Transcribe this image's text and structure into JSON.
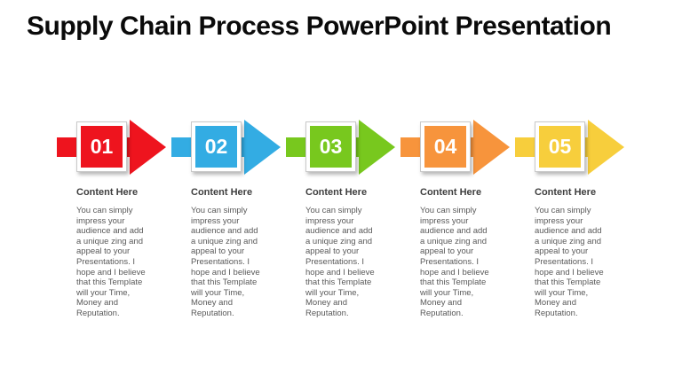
{
  "slide": {
    "title": "Supply Chain Process PowerPoint Presentation"
  },
  "steps": [
    {
      "number": "01",
      "color": "#EE141E",
      "heading": "Content Here",
      "body": "You can simply\nimpress your\naudience and add\na unique zing and\nappeal to your\nPresentations. I\nhope and I believe\nthat this Template\nwill your Time,\nMoney and\nReputation."
    },
    {
      "number": "02",
      "color": "#33ACE3",
      "heading": "Content Here",
      "body": "You can simply\nimpress your\naudience and add\na unique zing and\nappeal to your\nPresentations. I\nhope and I believe\nthat this Template\nwill your Time,\nMoney and\nReputation."
    },
    {
      "number": "03",
      "color": "#78C81E",
      "heading": "Content Here",
      "body": "You can simply\nimpress your\naudience and add\na unique zing and\nappeal to your\nPresentations. I\nhope and I believe\nthat this Template\nwill your Time,\nMoney and\nReputation."
    },
    {
      "number": "04",
      "color": "#F7943C",
      "heading": "Content Here",
      "body": "You can simply\nimpress your\naudience and add\na unique zing and\nappeal to your\nPresentations. I\nhope and I believe\nthat this Template\nwill your Time,\nMoney and\nReputation."
    },
    {
      "number": "05",
      "color": "#F7CE3C",
      "heading": "Content Here",
      "body": "You can simply\nimpress your\naudience and add\na unique zing and\nappeal to your\nPresentations. I\nhope and I believe\nthat this Template\nwill your Time,\nMoney and\nReputation."
    }
  ]
}
